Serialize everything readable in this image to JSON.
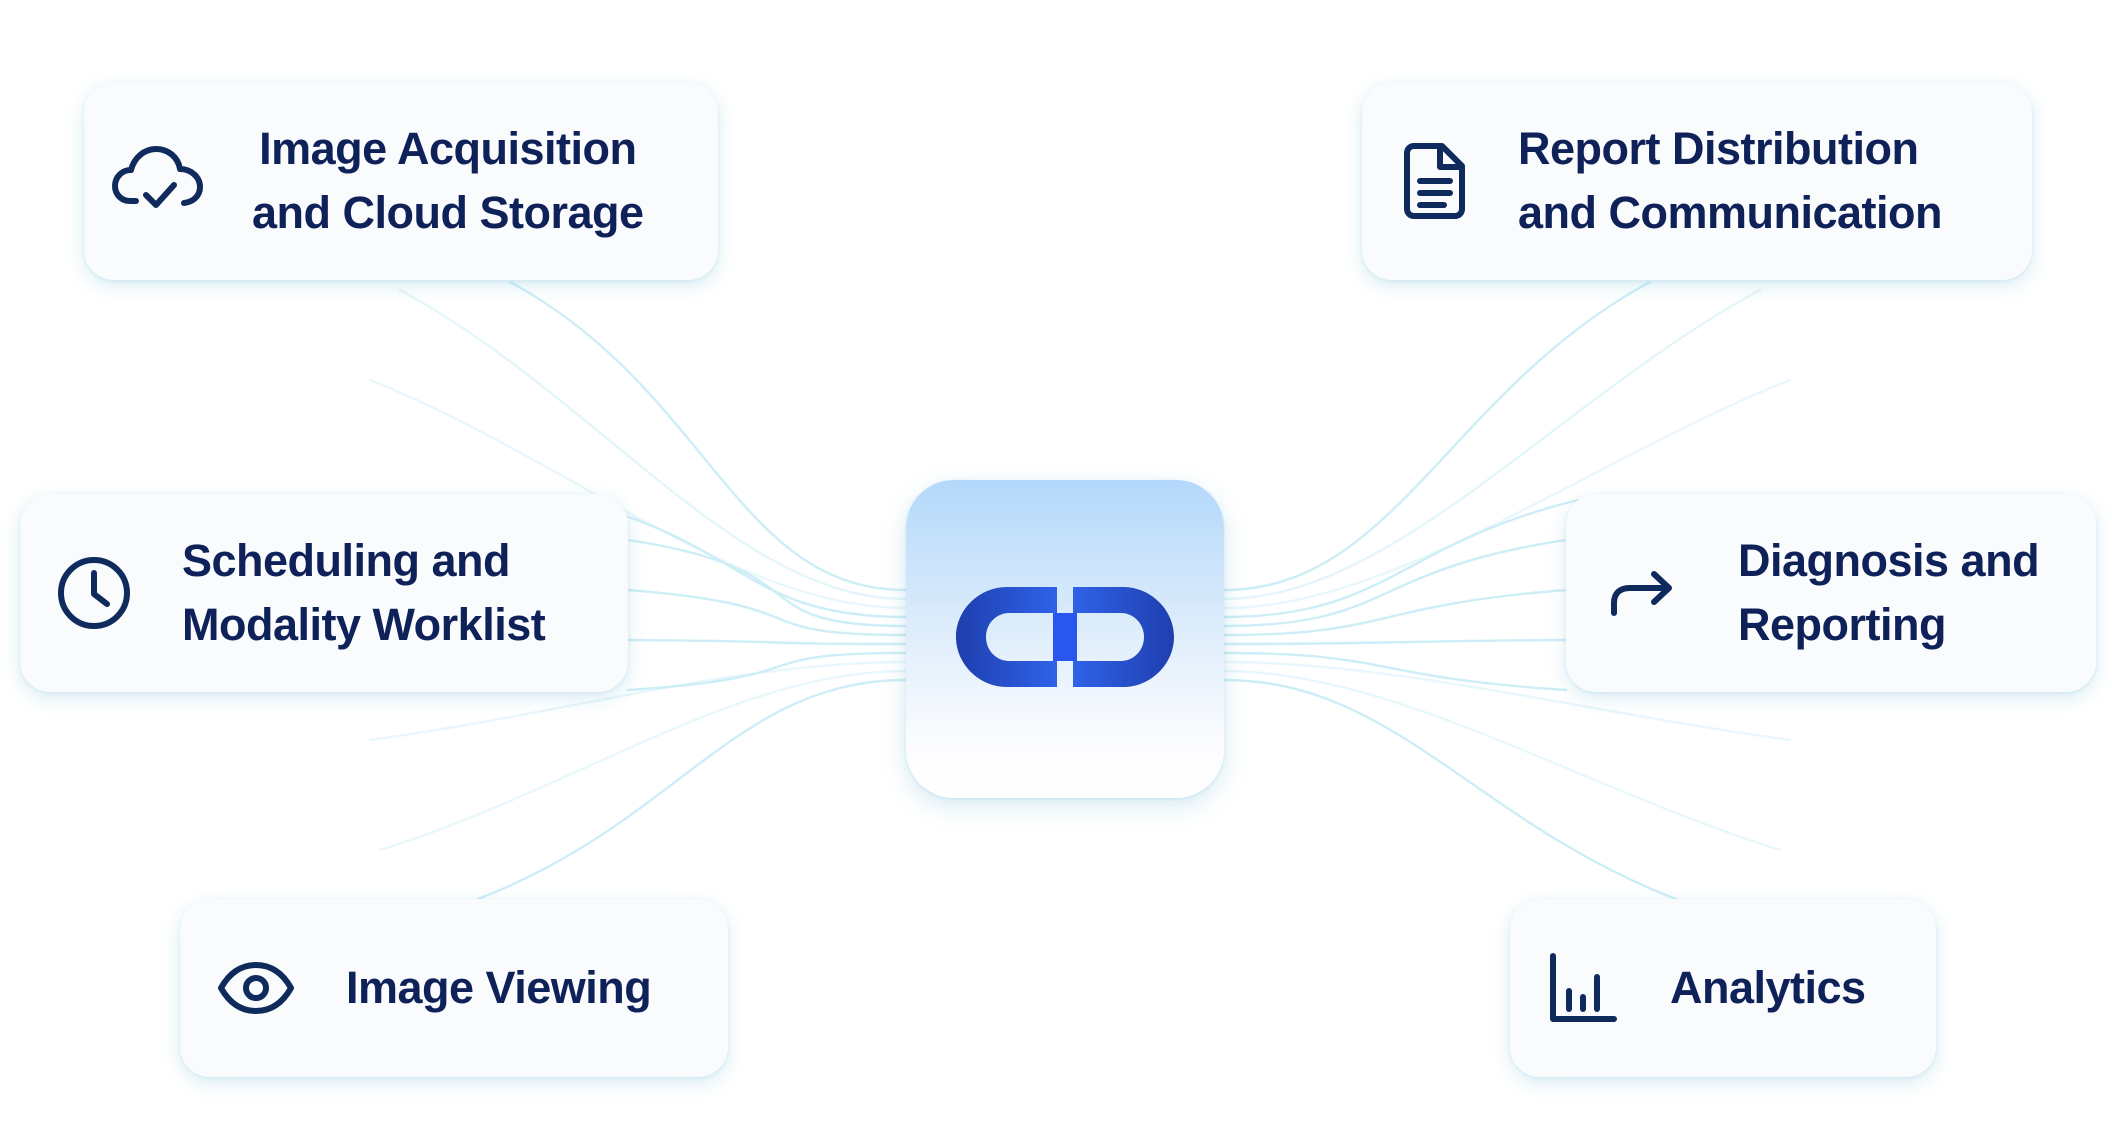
{
  "diagram": {
    "center": {
      "logo_icon": "interlocking-capsule-logo-icon"
    },
    "nodes": [
      {
        "id": "acquisition",
        "icon": "cloud-check-icon",
        "label": "Image Acquisition\nand Cloud Storage"
      },
      {
        "id": "scheduling",
        "icon": "clock-icon",
        "label": "Scheduling and\nModality Worklist"
      },
      {
        "id": "viewing",
        "icon": "eye-icon",
        "label": "Image Viewing"
      },
      {
        "id": "report",
        "icon": "document-icon",
        "label": "Report Distribution\nand Communication"
      },
      {
        "id": "diagnosis",
        "icon": "forward-arrow-icon",
        "label": "Diagnosis and\nReporting"
      },
      {
        "id": "analytics",
        "icon": "bar-chart-icon",
        "label": "Analytics"
      }
    ],
    "colors": {
      "text": "#0f2159",
      "icon": "#0f2a5c",
      "card_bg": "#fafbfc",
      "connector": "#cdeef6",
      "logo_blue_dark": "#1e3fae",
      "logo_blue_light": "#2f62e8",
      "logo_center": "#2a56f0",
      "tile_top": "#b3d8fb"
    }
  }
}
